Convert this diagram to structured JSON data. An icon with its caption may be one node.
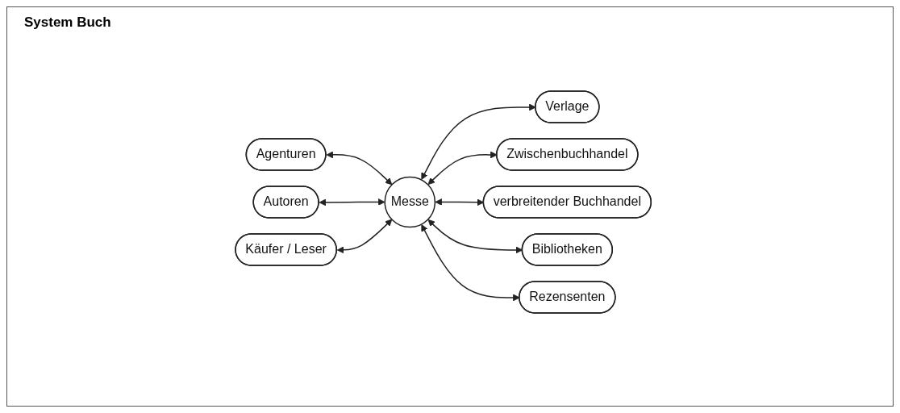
{
  "diagram": {
    "title": "System Buch",
    "nodes": [
      {
        "text": [
          "Verlage"
        ]
      },
      {
        "text": [
          "Agenturen"
        ]
      },
      {
        "text": [
          "Zwischenbuchhandel"
        ]
      },
      {
        "text": [
          "Autoren"
        ]
      },
      {
        "text": [
          "Messe"
        ]
      },
      {
        "text": [
          "verbreitender Buchhandel"
        ]
      },
      {
        "text": [
          "Käufer / Leser"
        ]
      },
      {
        "text": [
          "Bibliotheken"
        ]
      },
      {
        "text": [
          "Rezensenten"
        ]
      }
    ],
    "edges": [
      {
        "from": 1,
        "to": 4,
        "arrow": "both"
      },
      {
        "from": 3,
        "to": 4,
        "arrow": "both"
      },
      {
        "from": 6,
        "to": 4,
        "arrow": "both"
      },
      {
        "from": 4,
        "to": 0,
        "arrow": "both"
      },
      {
        "from": 4,
        "to": 2,
        "arrow": "both"
      },
      {
        "from": 4,
        "to": 5,
        "arrow": "both"
      },
      {
        "from": 4,
        "to": 7,
        "arrow": "both"
      },
      {
        "from": 4,
        "to": 8,
        "arrow": "both"
      }
    ]
  }
}
